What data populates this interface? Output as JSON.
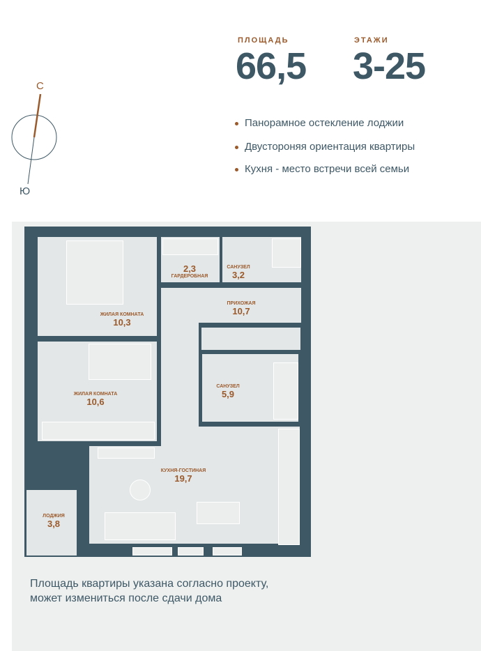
{
  "stats": {
    "area_label": "ПЛОЩАДЬ",
    "area_value": "66,5",
    "floors_label": "ЭТАЖИ",
    "floors_value": "3-25"
  },
  "compass": {
    "north": "С",
    "south": "Ю"
  },
  "features": [
    "Панорамное остекление лоджии",
    "Двустороняя ориентация квартиры",
    "Кухня - место встречи всей семьи"
  ],
  "rooms": [
    {
      "name": "ЖИЛАЯ КОМНАТА",
      "area": "10,3"
    },
    {
      "name": "ГАРДЕРОБНАЯ",
      "area": "2,3"
    },
    {
      "name": "САНУЗЕЛ",
      "area": "3,2"
    },
    {
      "name": "ПРИХОЖАЯ",
      "area": "10,7"
    },
    {
      "name": "ЖИЛАЯ КОМНАТА",
      "area": "10,6"
    },
    {
      "name": "САНУЗЕЛ",
      "area": "5,9"
    },
    {
      "name": "КУХНЯ-ГОСТИНАЯ",
      "area": "19,7"
    },
    {
      "name": "ЛОДЖИЯ",
      "area": "3,8"
    }
  ],
  "note": {
    "line1": "Площадь квартиры указана согласно проекту,",
    "line2": "может измениться после сдачи дома"
  },
  "colors": {
    "wall": "#3e5866",
    "accent": "#9a5a2c"
  }
}
